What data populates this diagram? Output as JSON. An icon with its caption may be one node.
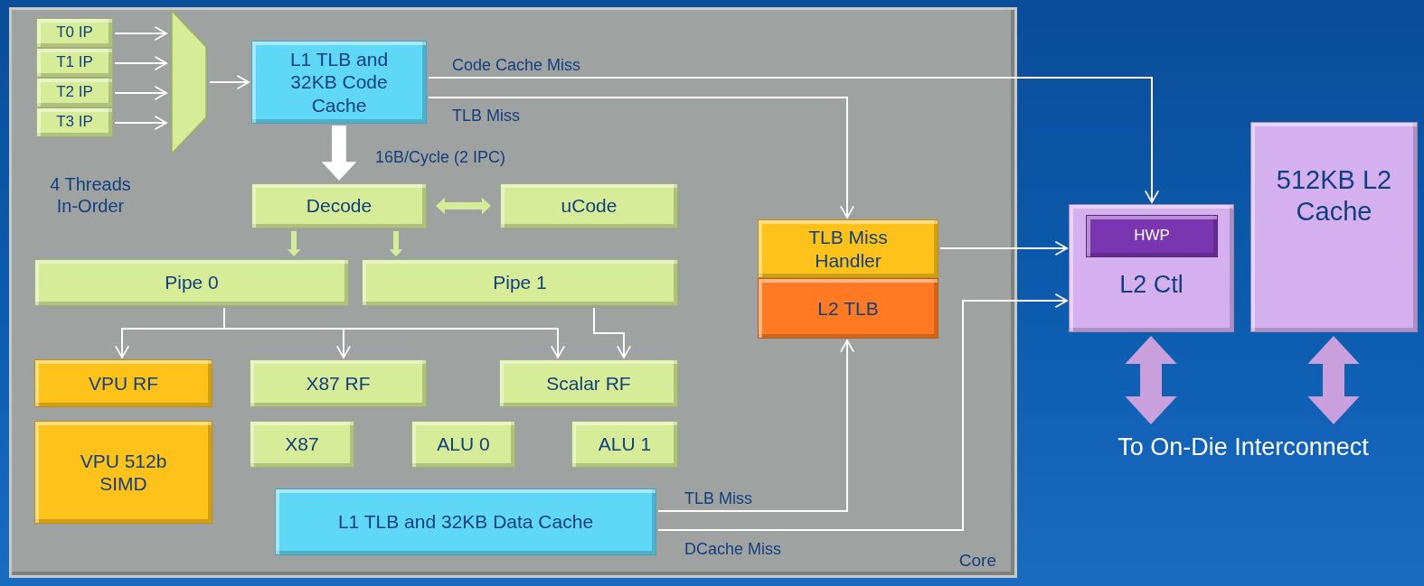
{
  "diagram": {
    "nodes": [
      {
        "text": [
          "Core"
        ]
      },
      {
        "text": [
          "T0 IP"
        ],
        "in": 0
      },
      {
        "text": [
          "T1 IP"
        ],
        "in": 0
      },
      {
        "text": [
          "T2 IP"
        ],
        "in": 0
      },
      {
        "text": [
          "T3 IP"
        ],
        "in": 0
      },
      {
        "text": [],
        "shape": "trapezoid",
        "in": 0
      },
      {
        "text": [
          "L1 TLB and 32KB Code Cache"
        ],
        "in": 0
      },
      {
        "text": [
          "Decode"
        ],
        "in": 0
      },
      {
        "text": [
          "uCode"
        ],
        "in": 0
      },
      {
        "text": [
          "Pipe 0"
        ],
        "in": 0
      },
      {
        "text": [
          "Pipe 1"
        ],
        "in": 0
      },
      {
        "text": [
          "VPU RF"
        ],
        "in": 0
      },
      {
        "text": [
          "X87 RF"
        ],
        "in": 0
      },
      {
        "text": [
          "Scalar RF"
        ],
        "in": 0
      },
      {
        "text": [
          "VPU 512b SIMD"
        ],
        "in": 0
      },
      {
        "text": [
          "X87"
        ],
        "in": 0
      },
      {
        "text": [
          "ALU 0"
        ],
        "in": 0
      },
      {
        "text": [
          "ALU 1"
        ],
        "in": 0
      },
      {
        "text": [
          "L1 TLB and 32KB Data Cache"
        ],
        "in": 0
      },
      {
        "text": [
          "TLB Miss Handler"
        ],
        "in": 0
      },
      {
        "text": [
          "L2 TLB"
        ],
        "in": 0
      },
      {
        "text": [
          "L2 Ctl"
        ]
      },
      {
        "text": [
          "HWP"
        ],
        "in": 21
      },
      {
        "text": [
          "512KB L2 Cache"
        ]
      },
      {
        "text": [
          "To On-Die Interconnect"
        ]
      }
    ],
    "edges": [
      {
        "from": 1,
        "to": 5,
        "arrow": "to"
      },
      {
        "from": 2,
        "to": 5,
        "arrow": "to"
      },
      {
        "from": 3,
        "to": 5,
        "arrow": "to"
      },
      {
        "from": 4,
        "to": 5,
        "arrow": "to"
      },
      {
        "from": 5,
        "to": 6,
        "arrow": "to"
      },
      {
        "from": 6,
        "to": 7,
        "arrow": "to",
        "label": "16B/Cycle (2 IPC)",
        "style": "thick"
      },
      {
        "from": 7,
        "to": 8,
        "arrow": "both",
        "style": "thick",
        "color": "#d6ec98"
      },
      {
        "from": 7,
        "to": 9,
        "arrow": "to",
        "style": "thick",
        "color": "#d6ec98"
      },
      {
        "from": 7,
        "to": 10,
        "arrow": "to",
        "style": "thick",
        "color": "#d6ec98"
      },
      {
        "from": 9,
        "to": 11,
        "arrow": "to"
      },
      {
        "from": 9,
        "to": 12,
        "arrow": "to"
      },
      {
        "from": 9,
        "to": 13,
        "arrow": "to"
      },
      {
        "from": 10,
        "to": 13,
        "arrow": "to"
      },
      {
        "from": 6,
        "to": 21,
        "arrow": "to",
        "label": "Code Cache Miss"
      },
      {
        "from": 6,
        "to": 19,
        "arrow": "to",
        "label": "TLB Miss"
      },
      {
        "from": 18,
        "to": 20,
        "arrow": "to",
        "label": "TLB Miss"
      },
      {
        "from": 18,
        "to": 21,
        "arrow": "to",
        "label": "DCache Miss"
      },
      {
        "from": 19,
        "to": 21,
        "arrow": "to"
      },
      {
        "from": 21,
        "to": 24,
        "arrow": "both",
        "style": "thick",
        "color": "#c9a0dc"
      },
      {
        "from": 23,
        "to": 24,
        "arrow": "both",
        "style": "thick",
        "color": "#c9a0dc"
      }
    ],
    "labels": [
      "4 Threads In-Order"
    ]
  }
}
